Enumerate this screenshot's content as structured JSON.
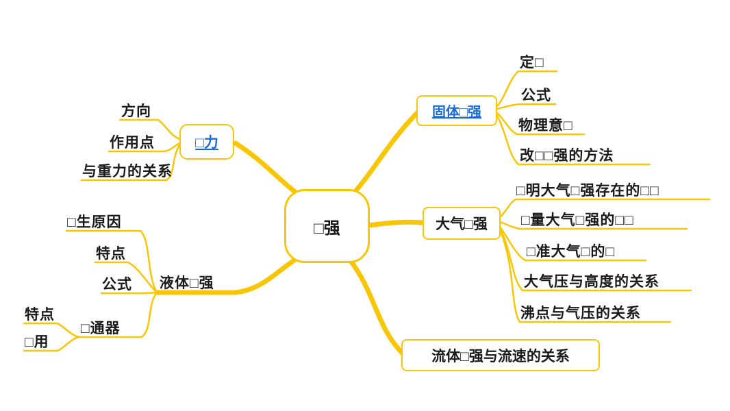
{
  "colors": {
    "branch": "#F9C606",
    "link": "#1A6BDC",
    "text": "#1A1A1A"
  },
  "map": {
    "center": {
      "label": "□强"
    },
    "force": {
      "label": "□力",
      "direction": "方向",
      "point": "作用点",
      "gravity": "与重力的关系"
    },
    "solid": {
      "label": "固体□强",
      "definition": "定□",
      "formula": "公式",
      "meaning": "物理意□",
      "methods": "改□□强的方法"
    },
    "liquid": {
      "label": "液体□强",
      "cause": "□生原因",
      "features": "特点",
      "formula": "公式",
      "vessel": {
        "label": "□通器",
        "features": "特点",
        "application": "□用"
      }
    },
    "atmosphere": {
      "label": "大气□强",
      "prove": "□明大气□强存在的□□",
      "measure": "□量大气□强的□□",
      "standard": "□准大气□的□",
      "altitude": "大气压与高度的关系",
      "boiling": "沸点与气压的关系"
    },
    "fluid": {
      "label": "流体□强与流速的关系"
    }
  }
}
